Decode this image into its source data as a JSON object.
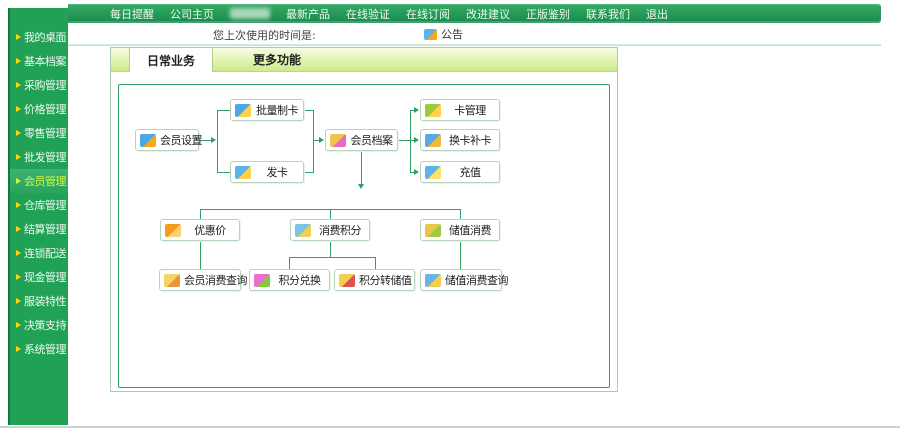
{
  "topnav": {
    "items": [
      {
        "label": "每日提醒"
      },
      {
        "label": "公司主页"
      },
      {
        "label": "",
        "redacted": true
      },
      {
        "label": "最新产品"
      },
      {
        "label": "在线验证"
      },
      {
        "label": "在线订阅"
      },
      {
        "label": "改进建议"
      },
      {
        "label": "正版鉴别"
      },
      {
        "label": "联系我们"
      },
      {
        "label": "退出"
      }
    ]
  },
  "sidebar": {
    "selected_index": 6,
    "items": [
      {
        "label": "我的桌面"
      },
      {
        "label": "基本档案"
      },
      {
        "label": "采购管理"
      },
      {
        "label": "价格管理"
      },
      {
        "label": "零售管理"
      },
      {
        "label": "批发管理"
      },
      {
        "label": "会员管理",
        "selected": true
      },
      {
        "label": "仓库管理"
      },
      {
        "label": "结算管理"
      },
      {
        "label": "连锁配送"
      },
      {
        "label": "现金管理"
      },
      {
        "label": "服装特性"
      },
      {
        "label": "决策支持"
      },
      {
        "label": "系统管理"
      }
    ]
  },
  "header": {
    "last_use_label": "您上次使用的时间是:",
    "announcement_label": "公告",
    "announcement_icon_colors": [
      "#58b5ec",
      "#f5a623"
    ]
  },
  "tabs": [
    {
      "label": "日常业务",
      "active": true
    },
    {
      "label": "更多功能",
      "active": false
    }
  ],
  "flowchart": {
    "nodes": [
      {
        "id": "member-settings",
        "label": "会员设置",
        "icon": "globe-icon",
        "icon_colors": [
          "#4aa7e8",
          "#f5a623"
        ]
      },
      {
        "id": "batch-card-making",
        "label": "批量制卡",
        "icon": "cards-folder-icon",
        "icon_colors": [
          "#4aa7e8",
          "#ffd24d"
        ]
      },
      {
        "id": "issue-card",
        "label": "发卡",
        "icon": "monitor-card-icon",
        "icon_colors": [
          "#58b5ec",
          "#ffd24d"
        ]
      },
      {
        "id": "member-archive",
        "label": "会员档案",
        "icon": "member-folder-icon",
        "icon_colors": [
          "#f2c24e",
          "#e868c8"
        ]
      },
      {
        "id": "card-management",
        "label": "卡管理",
        "icon": "cards-icon",
        "icon_colors": [
          "#9ccb3b",
          "#ffd24d"
        ]
      },
      {
        "id": "replace-card",
        "label": "换卡补卡",
        "icon": "swap-cards-icon",
        "icon_colors": [
          "#58a9e4",
          "#f2b93e"
        ]
      },
      {
        "id": "recharge",
        "label": "充值",
        "icon": "monitor-coin-icon",
        "icon_colors": [
          "#58b5ec",
          "#ffe06a"
        ]
      },
      {
        "id": "discount-price",
        "label": "优惠价",
        "icon": "coins-barrel-icon",
        "icon_colors": [
          "#f59b1e",
          "#ffcf6e"
        ]
      },
      {
        "id": "consumption-points",
        "label": "消费积分",
        "icon": "points-icon",
        "icon_colors": [
          "#7cc3ea",
          "#f2cf4e"
        ]
      },
      {
        "id": "stored-value-consumption",
        "label": "储值消费",
        "icon": "wallet-icon",
        "icon_colors": [
          "#e9c64f",
          "#9ccb3b"
        ]
      },
      {
        "id": "member-consumption-query",
        "label": "会员消费查询",
        "icon": "map-magnifier-icon",
        "icon_colors": [
          "#f2d468",
          "#e8953e"
        ]
      },
      {
        "id": "points-exchange",
        "label": "积分兑换",
        "icon": "gift-icon",
        "icon_colors": [
          "#ea6ecb",
          "#86c93e"
        ]
      },
      {
        "id": "points-to-stored-value",
        "label": "积分转储值",
        "icon": "transfer-arrow-icon",
        "icon_colors": [
          "#f2cf4e",
          "#e05252"
        ]
      },
      {
        "id": "stored-value-consumption-query",
        "label": "储值消费查询",
        "icon": "book-icon",
        "icon_colors": [
          "#6ab4e6",
          "#f2cf4e"
        ]
      }
    ]
  },
  "colors": {
    "nav_green_top": "#35ab63",
    "nav_green_bottom": "#178a4b",
    "sidebar_green": "#21a156",
    "selected_text_yellow": "#cdfa3c",
    "arrow_yellow": "#ffd400",
    "tab_strip_green": "#cdeb8a",
    "flow_line_green": "#2f9e63"
  }
}
